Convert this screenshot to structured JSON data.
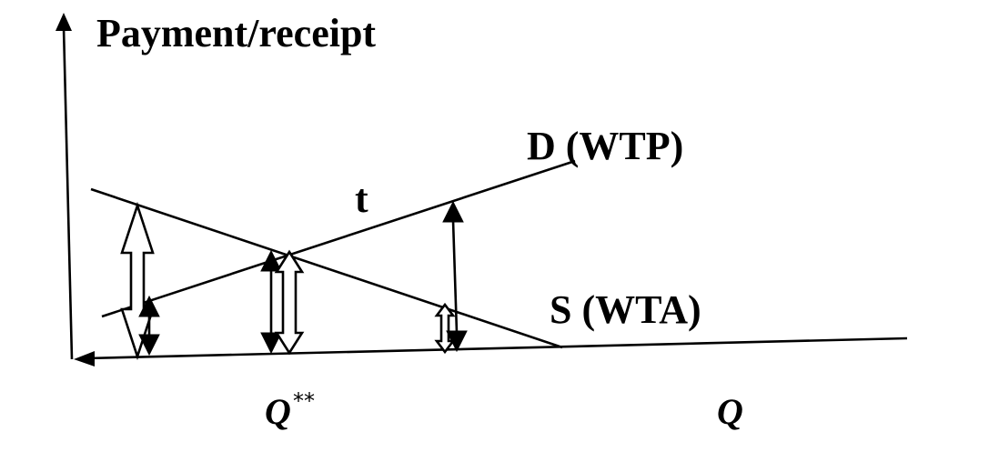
{
  "diagram": {
    "type": "supply-demand-diagram",
    "y_axis_label": "Payment/receipt",
    "x_axis_label": "Q",
    "marked_quantity_label": "Q",
    "marked_quantity_superscript": "**",
    "tax_label": "t",
    "demand_curve_label": "D (WTP)",
    "supply_curve_label": "S (WTA)",
    "colors": {
      "line": "#000000",
      "background": "#ffffff",
      "hollow_arrow_fill": "#ffffff"
    },
    "curves": [
      {
        "id": "demand",
        "label": "D (WTP)",
        "direction": "rising"
      },
      {
        "id": "other",
        "label": "S (WTA)",
        "direction": "falling"
      }
    ],
    "arrows": [
      {
        "id": "hollow-left",
        "style": "hollow",
        "kind": "double"
      },
      {
        "id": "solid-left",
        "style": "solid",
        "kind": "double"
      },
      {
        "id": "solid-mid",
        "style": "solid",
        "kind": "double"
      },
      {
        "id": "hollow-mid",
        "style": "hollow",
        "kind": "double"
      },
      {
        "id": "hollow-right",
        "style": "hollow",
        "kind": "double"
      },
      {
        "id": "solid-right",
        "style": "solid",
        "kind": "double"
      }
    ]
  }
}
